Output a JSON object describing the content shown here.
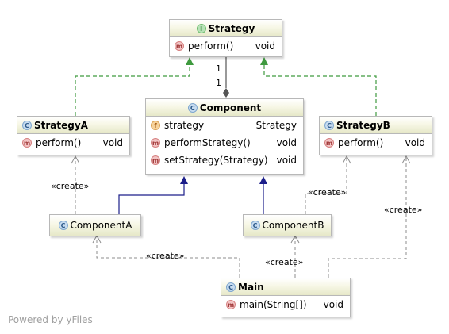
{
  "diagram": {
    "classes": {
      "strategy": {
        "badge": "I",
        "name": "Strategy",
        "members": [
          {
            "kind": "m",
            "name": "perform()",
            "type": "void"
          }
        ]
      },
      "component": {
        "badge": "C",
        "name": "Component",
        "members": [
          {
            "kind": "f",
            "name": "strategy",
            "type": "Strategy"
          },
          {
            "kind": "m",
            "name": "performStrategy()",
            "type": "void"
          },
          {
            "kind": "m",
            "name": "setStrategy(Strategy)",
            "type": "void"
          }
        ]
      },
      "strategy_a": {
        "badge": "C",
        "name": "StrategyA",
        "members": [
          {
            "kind": "m",
            "name": "perform()",
            "type": "void"
          }
        ]
      },
      "strategy_b": {
        "badge": "C",
        "name": "StrategyB",
        "members": [
          {
            "kind": "m",
            "name": "perform()",
            "type": "void"
          }
        ]
      },
      "component_a": {
        "badge": "C",
        "name": "ComponentA"
      },
      "component_b": {
        "badge": "C",
        "name": "ComponentB"
      },
      "main": {
        "badge": "C",
        "name": "Main",
        "members": [
          {
            "kind": "m",
            "name": "main(String[])",
            "type": "void"
          }
        ]
      }
    },
    "labels": {
      "multiplicity_top": "1",
      "multiplicity_bottom": "1",
      "create": "«create»"
    },
    "footer": "Powered by yFiles",
    "colors": {
      "realization": "#3f9a3f",
      "generalization": "#1c1f8a",
      "dependency": "#8c8c8c",
      "composition": "#555555"
    }
  }
}
